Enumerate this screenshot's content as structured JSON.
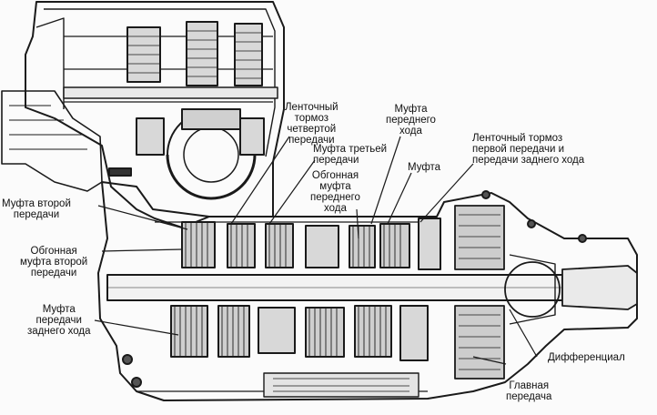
{
  "labels": {
    "band_brake_4th": "Ленточный\nтормоз\nчетвертой\nпередачи",
    "clutch_3rd": "Муфта третьей\nпередачи",
    "overrun_clutch_forward": "Обгонная\nмуфта\nпереднего\nхода",
    "clutch_forward": "Муфта\nпереднего\nхода",
    "clutch": "Муфта",
    "band_brake_1st_reverse": "Ленточный тормоз\nпервой передачи и\nпередачи заднего хода",
    "clutch_2nd": "Муфта второй\nпередачи",
    "overrun_clutch_2nd": "Обгонная\nмуфта второй\nпередачи",
    "clutch_reverse": "Муфта\nпередачи\nзаднего хода",
    "differential": "Дифференциал",
    "final_drive": "Главная\nпередача"
  }
}
